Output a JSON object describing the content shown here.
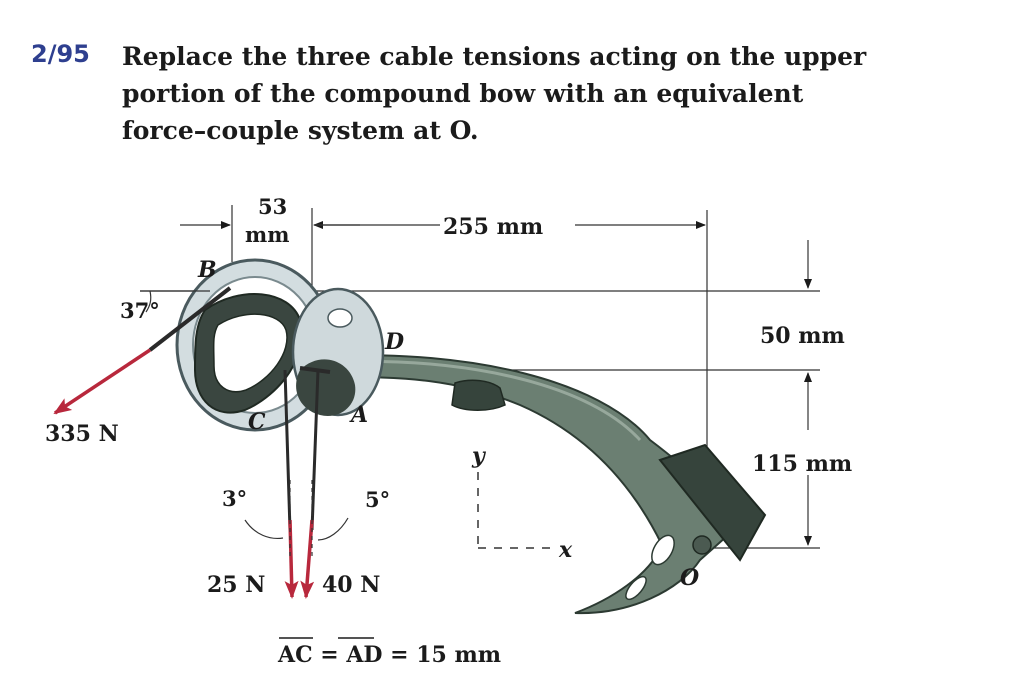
{
  "problem": {
    "number": "2/95",
    "lines": [
      "Replace the three cable tensions acting on the upper",
      "portion of the compound bow with an equivalent",
      "force–couple system at O."
    ]
  },
  "figure": {
    "dims": {
      "d53_num": "53",
      "d53_unit": "mm",
      "d255": "255 mm",
      "d50": "50 mm",
      "d115": "115 mm"
    },
    "points": {
      "B": "B",
      "C": "C",
      "D": "D",
      "A": "A",
      "O": "O"
    },
    "angles": {
      "a37": "37°",
      "a3": "3°",
      "a5": "5°"
    },
    "forces": {
      "f335": "335 N",
      "f25": "25 N",
      "f40": "40 N"
    },
    "axes": {
      "y": "y",
      "x": "x"
    },
    "note": "AC = AD = 15 mm",
    "colors": {
      "force": "#b8283c",
      "limb": "#6b7f72",
      "cam": "#d3dde0",
      "title": "#2e3f8f"
    }
  }
}
